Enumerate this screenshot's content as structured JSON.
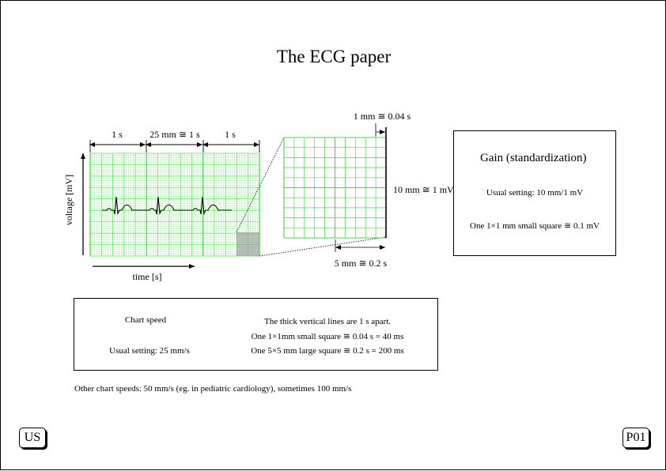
{
  "title": "The ECG paper",
  "ecg_diagram": {
    "top_labels": [
      "1 s",
      "25 mm ≅ 1 s",
      "1 s"
    ],
    "y_axis_label": "voltage [mV]",
    "x_axis_label": "time [s]"
  },
  "zoom_diagram": {
    "top_label": "1 mm ≅ 0.04 s",
    "right_label": "10 mm ≅ 1 mV",
    "bottom_label": "5 mm ≅ 0.2 s"
  },
  "gain_box": {
    "heading": "Gain (standardization)",
    "usual_setting": "Usual setting: 10 mm/1 mV",
    "small_square": "One 1×1 mm small square ≅ 0.1 mV"
  },
  "speed_box": {
    "heading": "Chart speed",
    "usual_setting": "Usual setting: 25 mm/s",
    "line1": "The thick vertical lines are 1 s apart.",
    "line2": "One 1×1mm small square ≅ 0.04 s = 40 ms",
    "line3": "One 5×5 mm large square ≅ 0.2 s = 200 ms"
  },
  "footnote": "Other chart speeds: 50 mm/s (eg. in pediatric cardiology), sometimes 100 mm/s",
  "badges": {
    "left": "US",
    "right": "P01"
  },
  "colors": {
    "grid": "#3ddc3d",
    "grid_shade": "#8c8c8c",
    "ink": "#000000"
  }
}
